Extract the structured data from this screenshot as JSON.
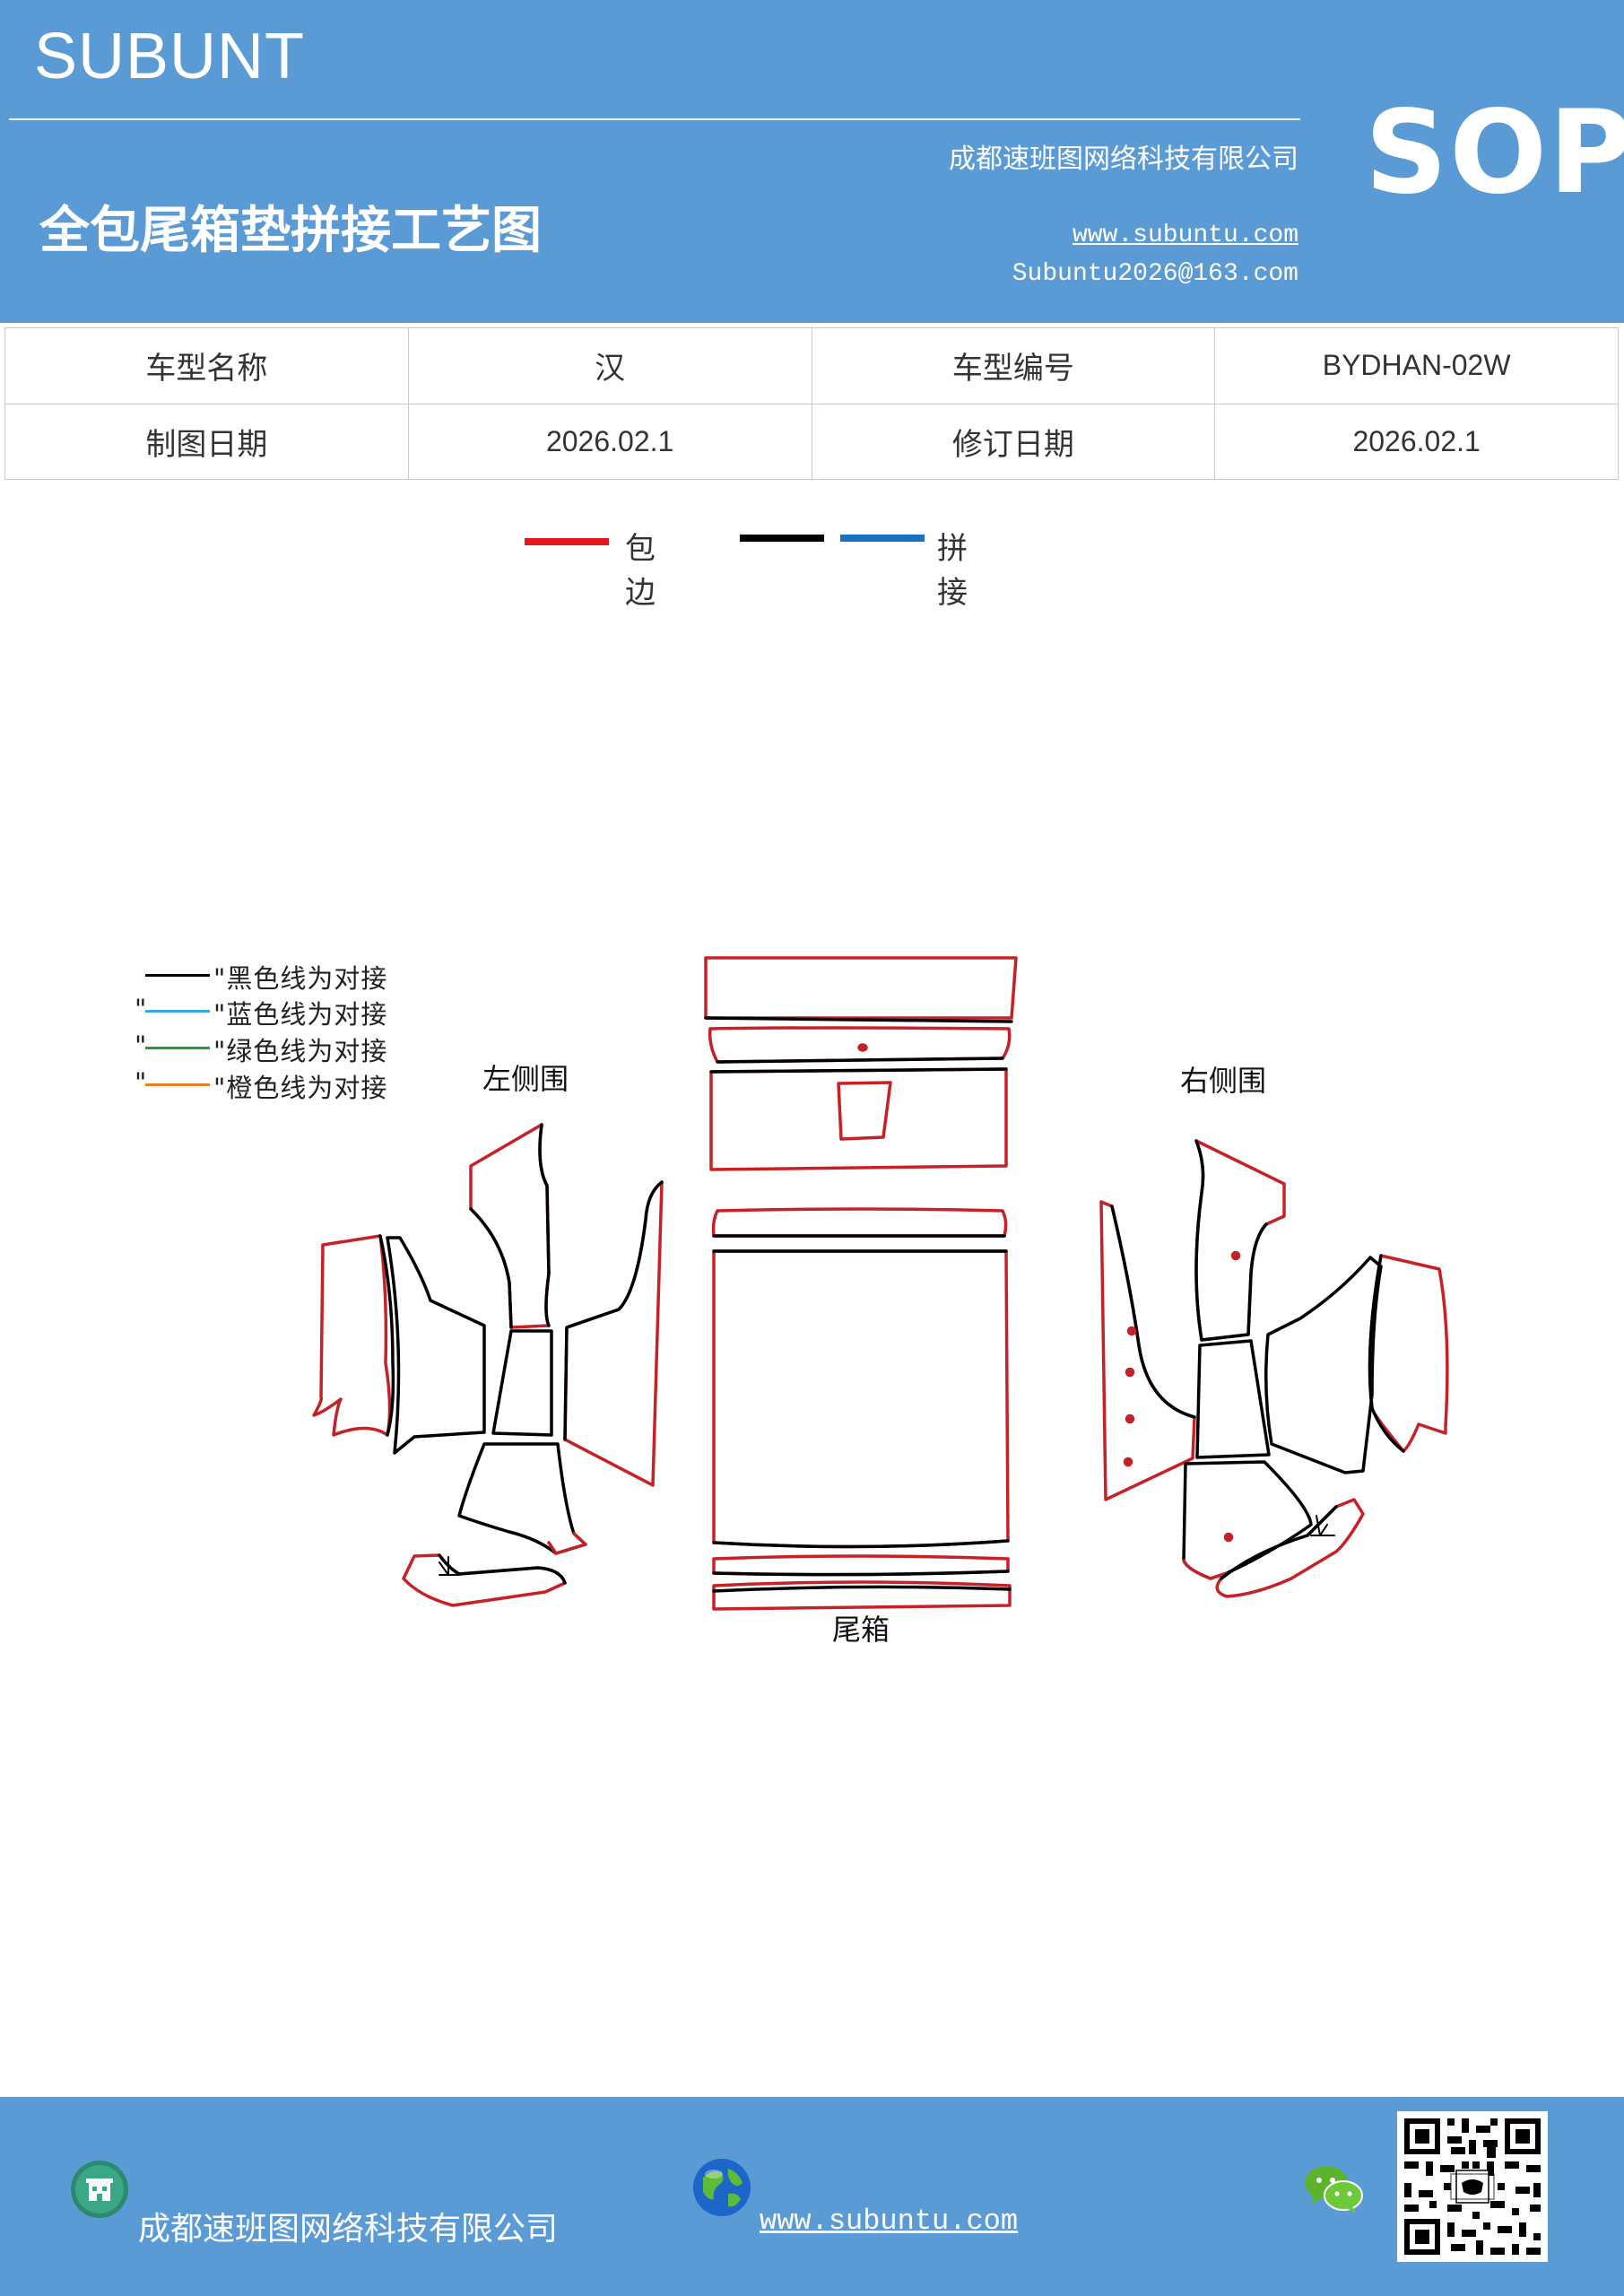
{
  "header": {
    "brand": "SUBUNT",
    "title": "全包尾箱垫拼接工艺图",
    "company": "成都速班图网络科技有限公司",
    "website": "www.subuntu.com",
    "email": "Subuntu2026@163.com",
    "badge": "SOP"
  },
  "info_table": {
    "row1": {
      "label1": "车型名称",
      "value1": "汉",
      "label2": "车型编号",
      "value2": "BYDHAN-02W"
    },
    "row2": {
      "label1": "制图日期",
      "value1": "2026.02.1",
      "label2": "修订日期",
      "value2": "2026.02.1"
    }
  },
  "legend": {
    "items": [
      {
        "label": "包边",
        "color": "#e8141b"
      },
      {
        "label": "",
        "color": "#000000"
      },
      {
        "label": "拼接",
        "color": "#1a70c0"
      }
    ]
  },
  "diagram": {
    "key": [
      {
        "text": "\"黑色线为对接",
        "color": "#000000"
      },
      {
        "text": "\"蓝色线为对接",
        "color": "#35a7e0"
      },
      {
        "text": "\"绿色线为对接",
        "color": "#2a9a3a"
      },
      {
        "text": "\"橙色线为对接",
        "color": "#e8801e"
      }
    ],
    "labels": {
      "left": "左侧围",
      "right": "右侧围",
      "trunk": "尾箱"
    },
    "colors": {
      "edge": "#c62126",
      "seam": "#000000"
    }
  },
  "footer": {
    "company": "成都速班图网络科技有限公司",
    "website": "www.subuntu.com "
  },
  "icons": [
    "building-icon",
    "globe-icon",
    "wechat-icon",
    "qr-code"
  ]
}
